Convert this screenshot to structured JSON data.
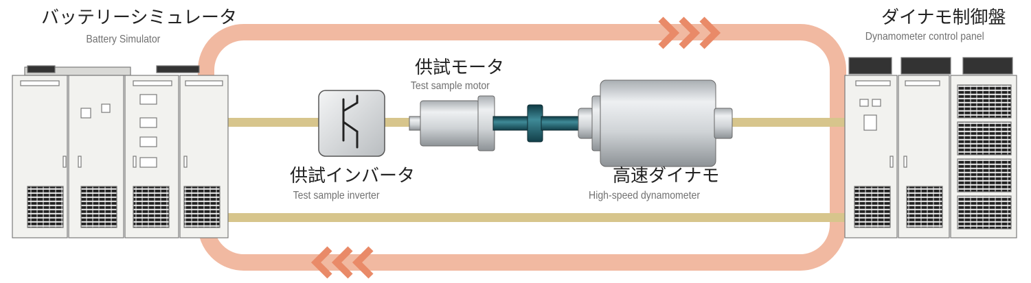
{
  "colors": {
    "loop": "#f1b9a1",
    "arrow": "#e98a68",
    "cable": "#d7c58c",
    "cabinet_face": "#f2f2ef",
    "cabinet_stroke": "#7a7a7a",
    "vent": "#222222",
    "motor_body": "#cfd3d6",
    "shaft": "#1f5a66"
  },
  "battery_simulator": {
    "title_jp": "バッテリーシミュレータ",
    "title_en": "Battery Simulator"
  },
  "dynamometer_panel": {
    "title_jp": "ダイナモ制御盤",
    "title_en": "Dynamometer control panel"
  },
  "test_motor": {
    "title_jp": "供試モータ",
    "title_en": "Test sample motor"
  },
  "test_inverter": {
    "title_jp": "供試インバータ",
    "title_en": "Test sample inverter"
  },
  "high_speed_dynamometer": {
    "title_jp": "高速ダイナモ",
    "title_en": "High-speed dynamometer"
  },
  "icons": {
    "inverter": "igbt-transistor-symbol-icon",
    "flow_right": "chevron-right-triple-icon",
    "flow_left": "chevron-left-triple-icon"
  }
}
